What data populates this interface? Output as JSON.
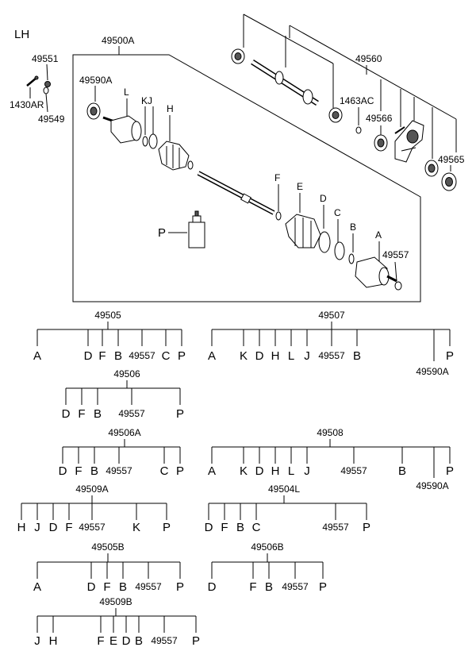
{
  "side_label": "LH",
  "callouts": {
    "assembly": "49500A",
    "c49551": "49551",
    "c1430AR": "1430AR",
    "c49549": "49549",
    "c49590A": "49590A",
    "L": "L",
    "KJ": "KJ",
    "H": "H",
    "F": "F",
    "E": "E",
    "D": "D",
    "C": "C",
    "B": "B",
    "A": "A",
    "P": "P",
    "c49557": "49557",
    "c49560": "49560",
    "c1463AC": "1463AC",
    "c49566": "49566",
    "c49565": "49565"
  },
  "kits": [
    {
      "code": "49505",
      "items": [
        "A",
        "D",
        "F",
        "B",
        "49557",
        "C",
        "P"
      ]
    },
    {
      "code": "49507",
      "items": [
        "A",
        "K",
        "D",
        "H",
        "L",
        "J",
        "49557",
        "B",
        "49590A",
        "P"
      ]
    },
    {
      "code": "49506",
      "items": [
        "D",
        "F",
        "B",
        "49557",
        "P"
      ]
    },
    {
      "code": "49506A",
      "items": [
        "D",
        "F",
        "B",
        "49557",
        "C",
        "P"
      ]
    },
    {
      "code": "49508",
      "items": [
        "A",
        "K",
        "D",
        "H",
        "L",
        "J",
        "49557",
        "B",
        "49590A",
        "P"
      ]
    },
    {
      "code": "49509A",
      "items": [
        "H",
        "J",
        "D",
        "F",
        "49557",
        "K",
        "P"
      ]
    },
    {
      "code": "49504L",
      "items": [
        "D",
        "F",
        "B",
        "C",
        "49557",
        "P"
      ]
    },
    {
      "code": "49505B",
      "items": [
        "A",
        "D",
        "F",
        "B",
        "49557",
        "P"
      ]
    },
    {
      "code": "49506B",
      "items": [
        "D",
        "F",
        "B",
        "49557",
        "P"
      ]
    },
    {
      "code": "49509B",
      "items": [
        "J",
        "H",
        "F",
        "E",
        "D",
        "B",
        "49557",
        "P"
      ]
    }
  ]
}
